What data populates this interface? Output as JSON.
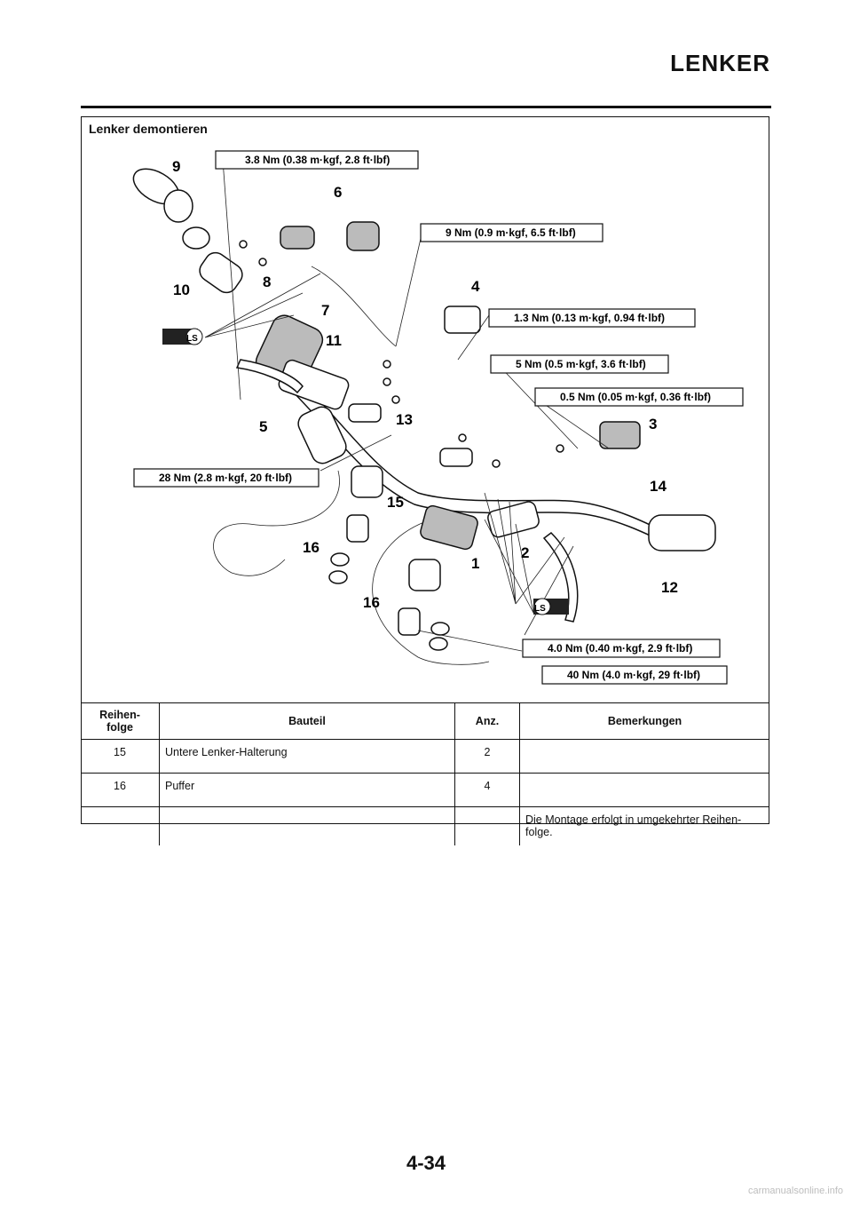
{
  "header": {
    "title": "LENKER"
  },
  "section": {
    "title": "Lenker demontieren"
  },
  "diagram": {
    "torque_specs": [
      "3.8 Nm (0.38 m·kgf, 2.8 ft·lbf)",
      "9 Nm (0.9 m·kgf, 6.5 ft·lbf)",
      "1.3 Nm (0.13 m·kgf, 0.94 ft·lbf)",
      "5 Nm (0.5 m·kgf, 3.6 ft·lbf)",
      "0.5 Nm (0.05 m·kgf, 0.36 ft·lbf)",
      "28 Nm (2.8 m·kgf, 20 ft·lbf)",
      "4.0 Nm (0.40 m·kgf, 2.9 ft·lbf)",
      "40 Nm (4.0 m·kgf, 29 ft·lbf)"
    ],
    "part_numbers": [
      "1",
      "2",
      "3",
      "4",
      "5",
      "6",
      "7",
      "8",
      "9",
      "10",
      "11",
      "12",
      "13",
      "14",
      "15",
      "16",
      "16"
    ],
    "lube_symbol": "LS"
  },
  "table": {
    "headers": [
      "Reihen-\nfolge",
      "Bauteil",
      "Anz.",
      "Bemerkungen"
    ],
    "rows": [
      {
        "order": "15",
        "part": "Untere Lenker-Halterung",
        "qty": "2",
        "remark": ""
      },
      {
        "order": "16",
        "part": "Puffer",
        "qty": "4",
        "remark": ""
      },
      {
        "order": "",
        "part": "",
        "qty": "",
        "remark": "Die Montage erfolgt in umgekehrter Reihen-\nfolge."
      }
    ]
  },
  "footer": {
    "page_number": "4-34",
    "watermark": "carmanualsonline.info"
  }
}
